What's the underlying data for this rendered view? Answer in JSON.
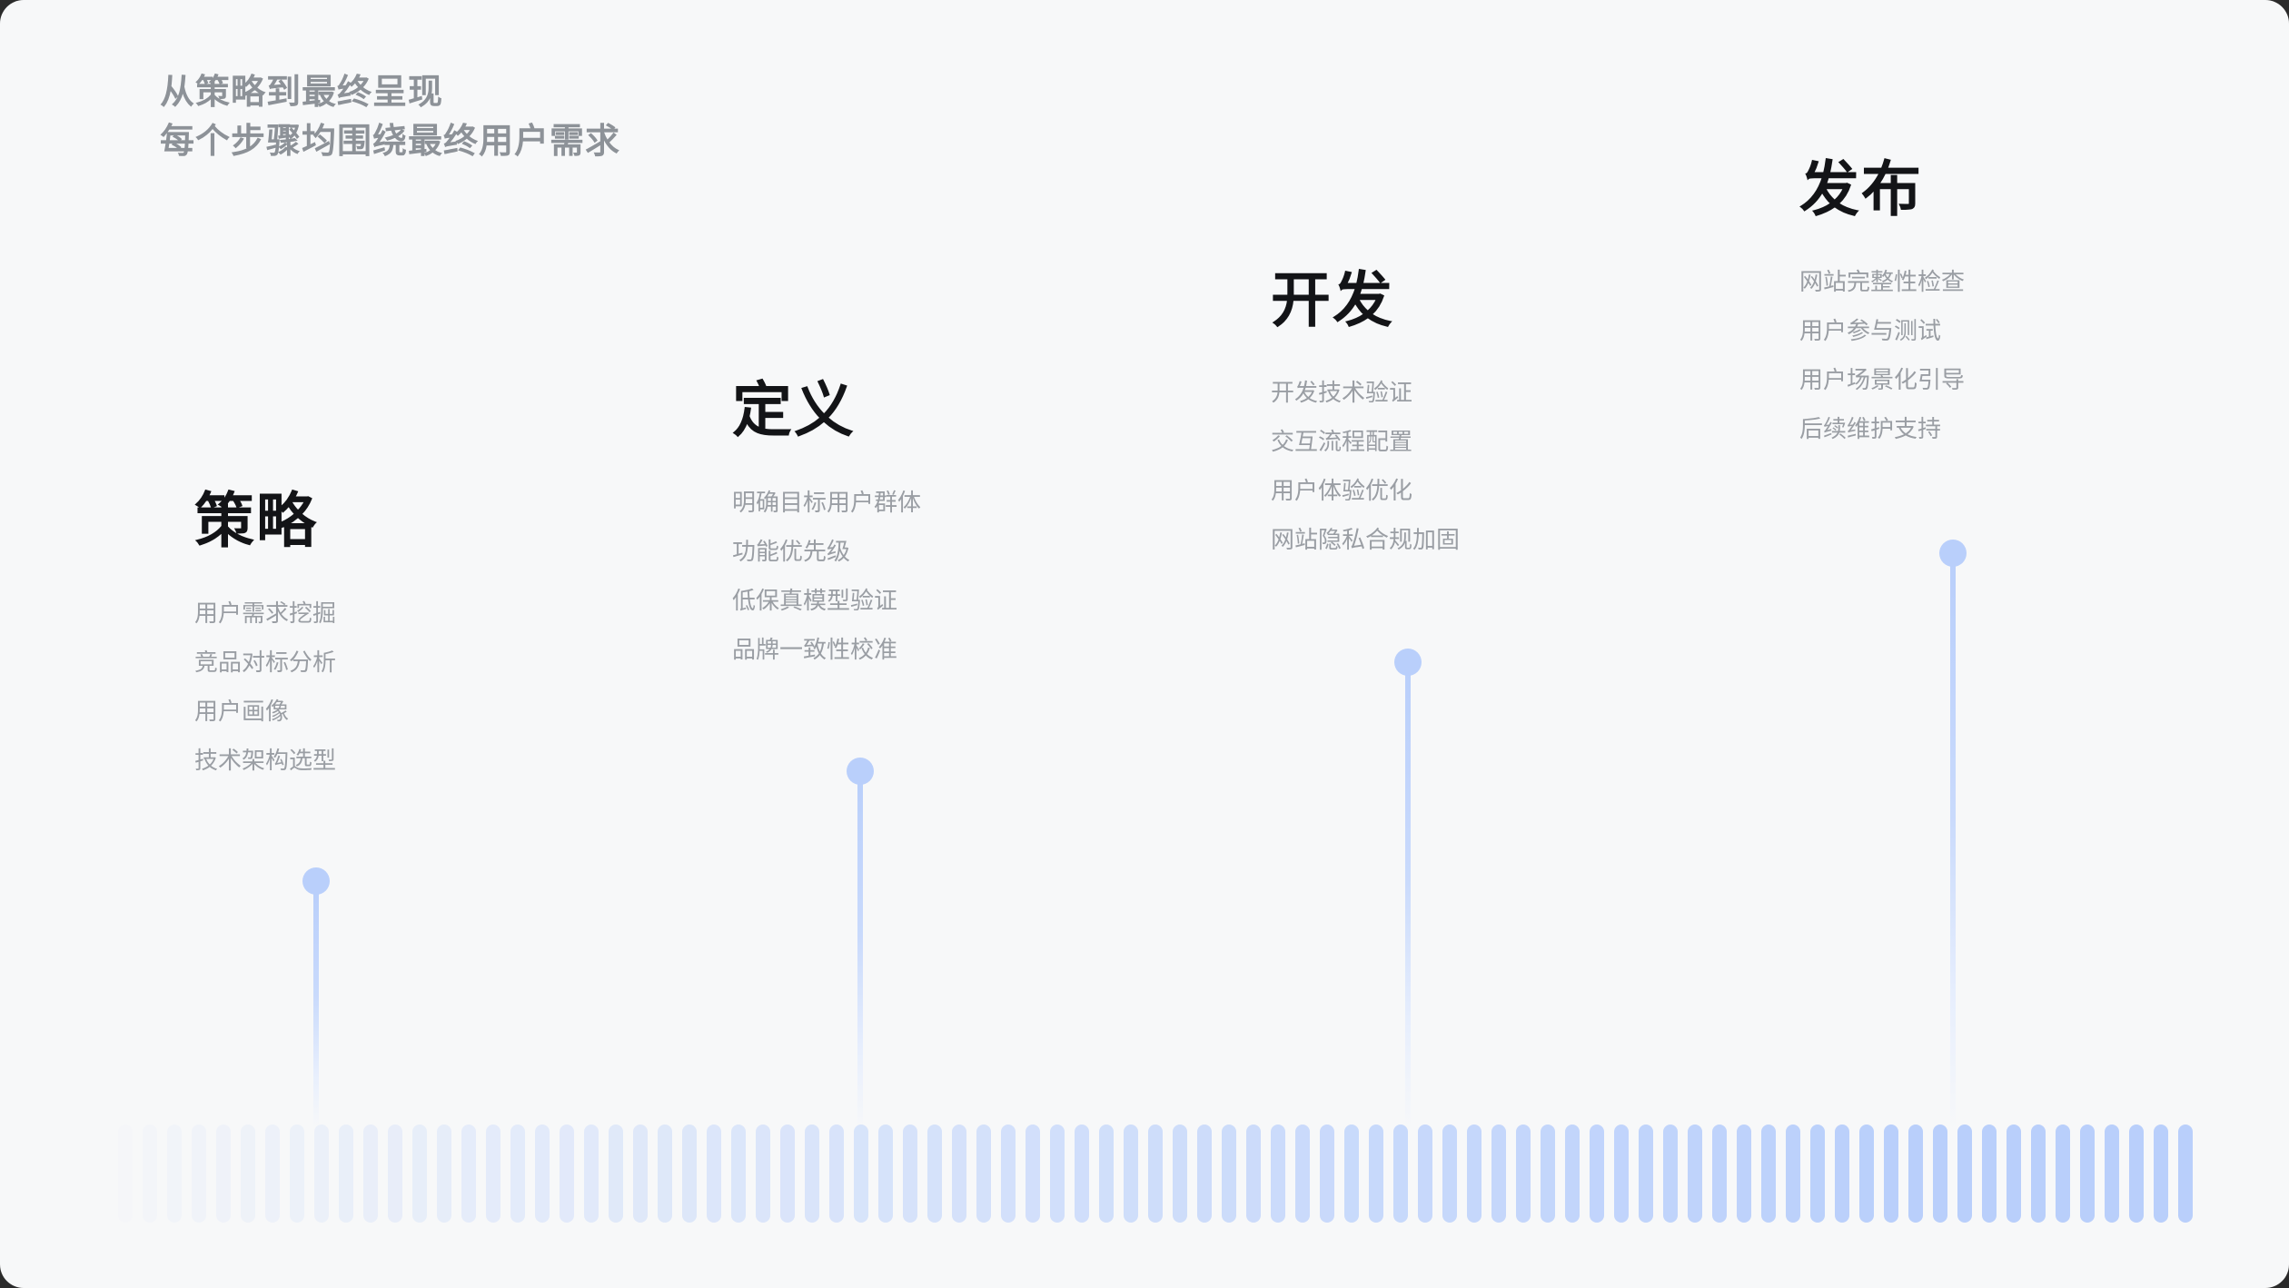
{
  "header": {
    "line1": "从策略到最终呈现",
    "line2": "每个步骤均围绕最终用户需求"
  },
  "theme": {
    "background": "#F7F8F9",
    "accent": "#B9CFFB",
    "title_color": "#131417",
    "item_color": "#9A9EA4",
    "header_color": "#8D9298"
  },
  "stages": [
    {
      "title": "策略",
      "items": [
        "用户需求挖掘",
        "竞品对标分析",
        "用户画像",
        "技术架构选型"
      ]
    },
    {
      "title": "定义",
      "items": [
        "明确目标用户群体",
        "功能优先级",
        "低保真模型验证",
        "品牌一致性校准"
      ]
    },
    {
      "title": "开发",
      "items": [
        "开发技术验证",
        "交互流程配置",
        "用户体验优化",
        "网站隐私合规加固"
      ]
    },
    {
      "title": "发布",
      "items": [
        "网站完整性检查",
        "用户参与测试",
        "用户场景化引导",
        "后续维护支持"
      ]
    }
  ],
  "bars": {
    "count": 86
  }
}
